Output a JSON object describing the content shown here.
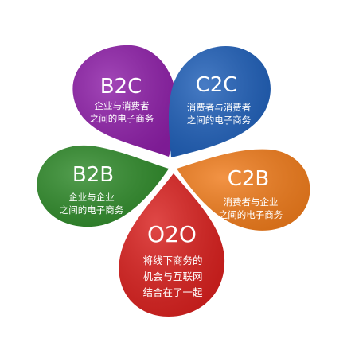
{
  "diagram": {
    "petals": [
      {
        "id": "b2c",
        "code": "B2C",
        "lines": [
          "企业与消费者",
          "之间的电子商务"
        ],
        "color": "#8e1fa8"
      },
      {
        "id": "c2c",
        "code": "C2C",
        "lines": [
          "消费者与消费者",
          "之间的电子商务"
        ],
        "color": "#1f5fb8"
      },
      {
        "id": "b2b",
        "code": "B2B",
        "lines": [
          "企业与企业",
          "之间的电子商务"
        ],
        "color": "#2f8a2a"
      },
      {
        "id": "c2b",
        "code": "C2B",
        "lines": [
          "消费者与企业",
          "之间的电子商务"
        ],
        "color": "#f07c1c"
      },
      {
        "id": "o2o",
        "code": "O2O",
        "lines": [
          "将线下商务的",
          "机会与互联网",
          "结合在了一起"
        ],
        "color": "#d9201e"
      }
    ]
  }
}
